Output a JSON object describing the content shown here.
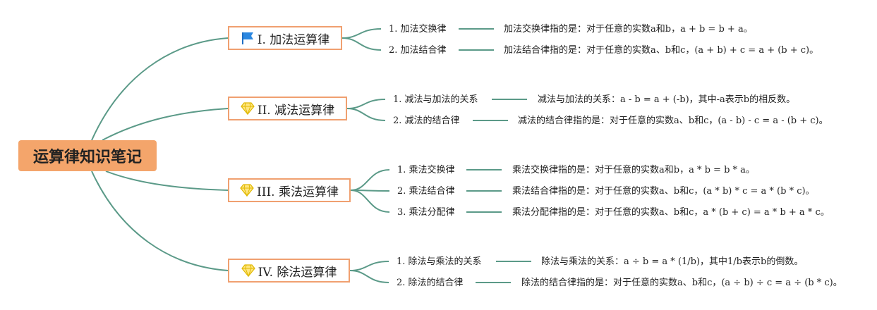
{
  "root": {
    "label": "运算律知识笔记"
  },
  "colors": {
    "line": "#5b9a88",
    "root_fill": "#f4a56b",
    "branch_border": "#f0a070"
  },
  "branches": [
    {
      "label": "I. 加法运算律",
      "icon": "flag-icon",
      "items": [
        {
          "label": "1. 加法交换律",
          "desc": "加法交换律指的是：对于任意的实数a和b，a + b = b + a。"
        },
        {
          "label": "2. 加法结合律",
          "desc": "加法结合律指的是：对于任意的实数a、b和c，(a + b) + c = a + (b + c)。"
        }
      ]
    },
    {
      "label": "II. 减法运算律",
      "icon": "diamond-icon",
      "items": [
        {
          "label": "1. 减法与加法的关系",
          "desc": "减法与加法的关系：a - b = a + (-b)，其中-a表示b的相反数。"
        },
        {
          "label": "2. 减法的结合律",
          "desc": "减法的结合律指的是：对于任意的实数a、b和c，(a - b) - c = a - (b + c)。"
        }
      ]
    },
    {
      "label": "III. 乘法运算律",
      "icon": "diamond-icon",
      "items": [
        {
          "label": "1. 乘法交换律",
          "desc": "乘法交换律指的是：对于任意的实数a和b，a * b = b * a。"
        },
        {
          "label": "2. 乘法结合律",
          "desc": "乘法结合律指的是：对于任意的实数a、b和c，(a * b) * c = a * (b * c)。"
        },
        {
          "label": "3. 乘法分配律",
          "desc": "乘法分配律指的是：对于任意的实数a、b和c，a * (b + c) = a * b + a * c。"
        }
      ]
    },
    {
      "label": "IV. 除法运算律",
      "icon": "diamond-icon",
      "items": [
        {
          "label": "1. 除法与乘法的关系",
          "desc": "除法与乘法的关系：a ÷ b = a * (1/b)，其中1/b表示b的倒数。"
        },
        {
          "label": "2. 除法的结合律",
          "desc": "除法的结合律指的是：对于任意的实数a、b和c，(a ÷ b) ÷ c = a ÷ (b * c)。"
        }
      ]
    }
  ]
}
